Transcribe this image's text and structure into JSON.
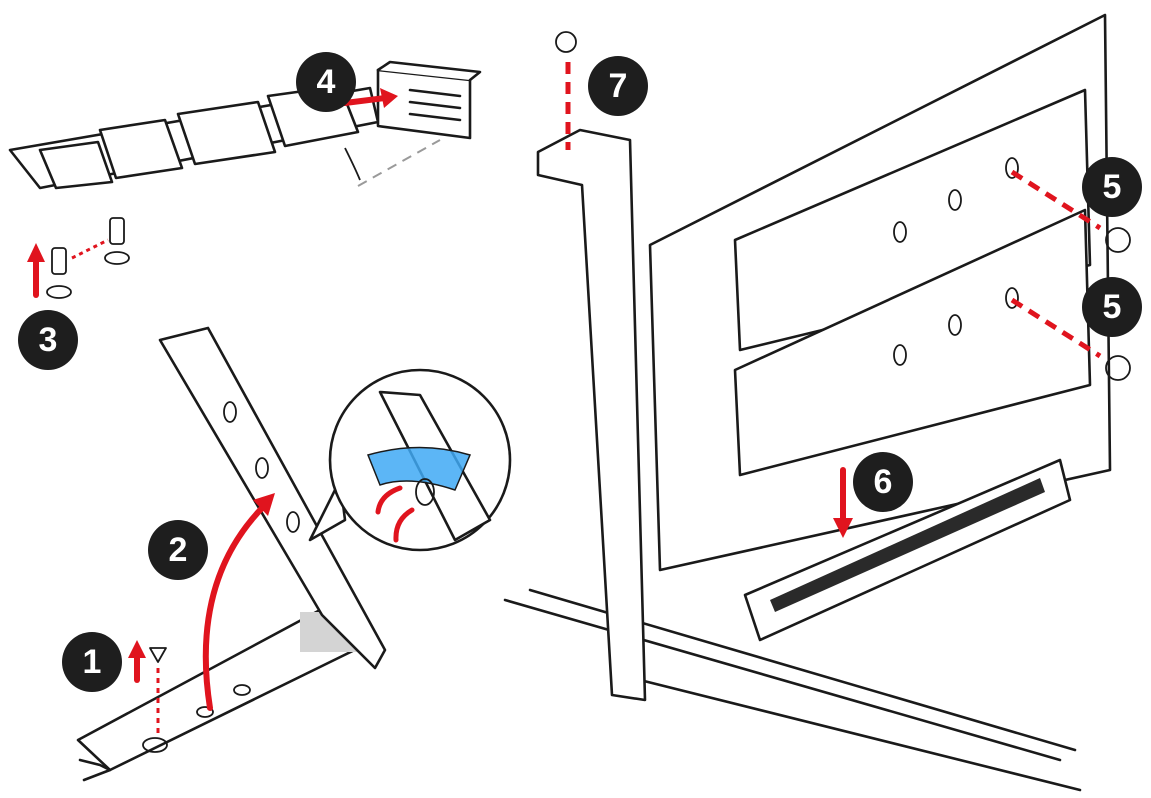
{
  "steps": [
    {
      "number": "1",
      "description": ""
    },
    {
      "number": "2",
      "description": ""
    },
    {
      "number": "3",
      "description": ""
    },
    {
      "number": "4",
      "description": ""
    },
    {
      "number": "5",
      "description": ""
    },
    {
      "number": "5",
      "description": ""
    },
    {
      "number": "6",
      "description": ""
    },
    {
      "number": "7",
      "description": ""
    }
  ],
  "colors": {
    "arrow": "#e0141e",
    "badge": "#1e1e1e",
    "line": "#1a1a1a",
    "highlight": "#3fa9f5"
  }
}
